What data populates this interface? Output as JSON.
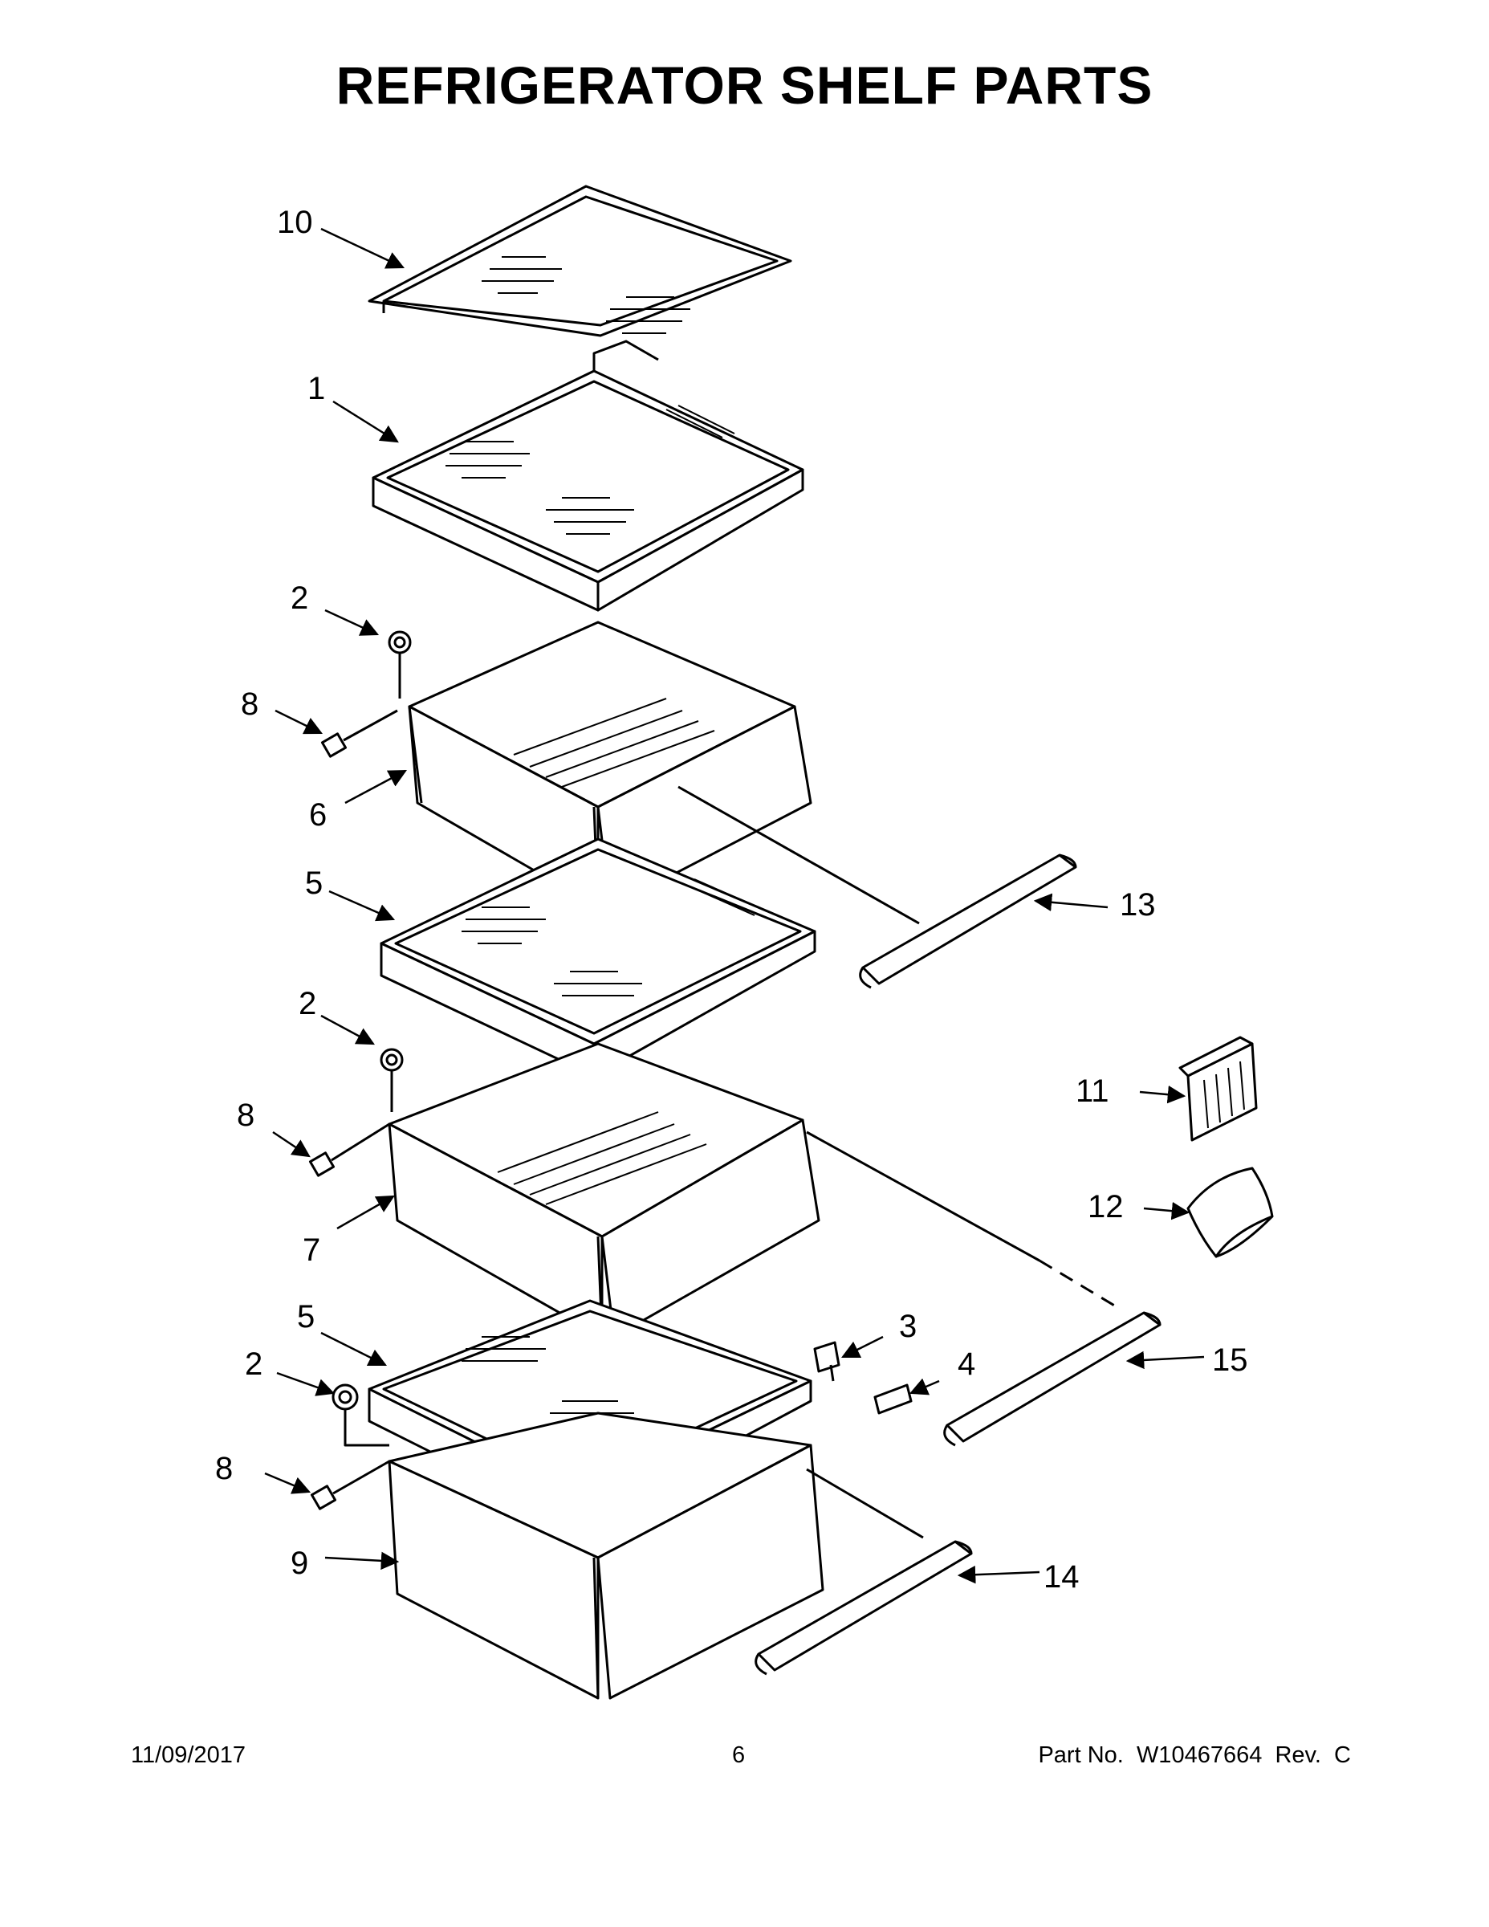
{
  "title": "REFRIGERATOR SHELF PARTS",
  "callouts": {
    "c10": "10",
    "c1": "1",
    "c2a": "2",
    "c8a": "8",
    "c6": "6",
    "c5a": "5",
    "c13": "13",
    "c2b": "2",
    "c8b": "8",
    "c11": "11",
    "c12": "12",
    "c7": "7",
    "c5b": "5",
    "c3": "3",
    "c4": "4",
    "c15": "15",
    "c2c": "2",
    "c8c": "8",
    "c9": "9",
    "c14": "14"
  },
  "footer": {
    "date": "11/09/2017",
    "page": "6",
    "part": "Part No.  W10467664  Rev.  C"
  }
}
